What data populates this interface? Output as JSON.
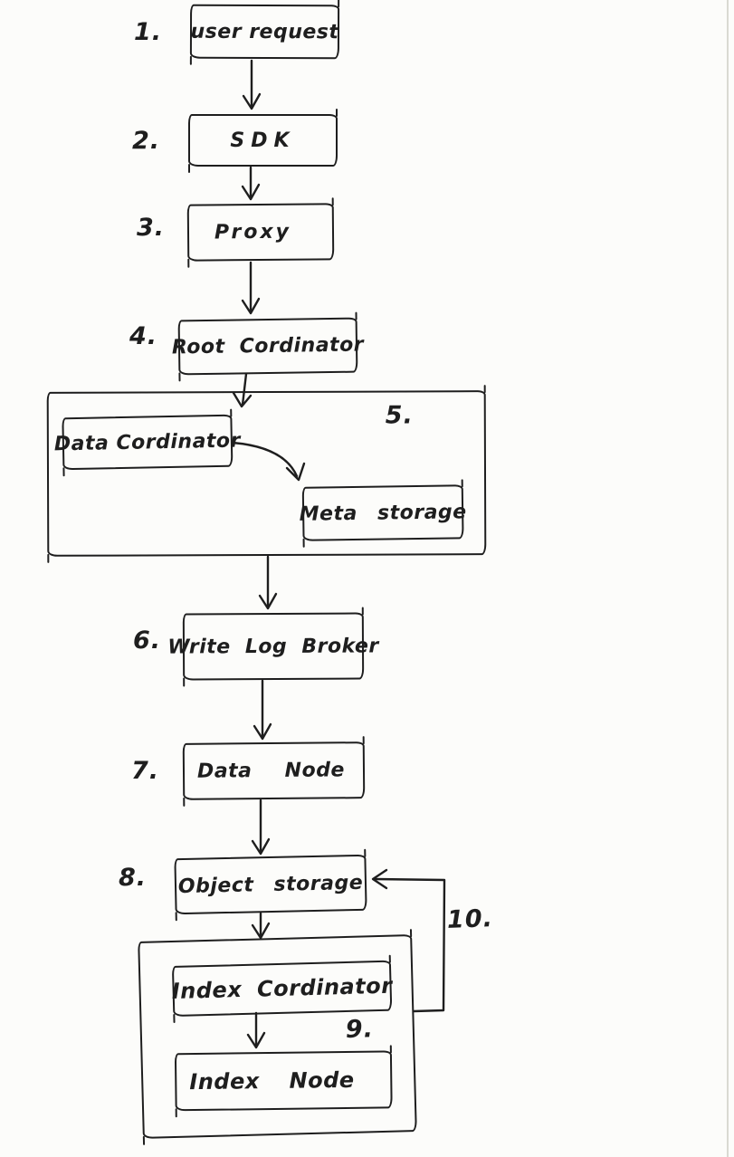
{
  "document": {
    "kind": "hand-drawn flowchart (scanned page)",
    "ink_color": "#1e1e1e",
    "paper_color": "#fcfcfa"
  },
  "nodes": {
    "user_request": {
      "step": "1.",
      "label": "user request"
    },
    "sdk": {
      "step": "2.",
      "label": "SDK"
    },
    "proxy": {
      "step": "3.",
      "label": "Proxy"
    },
    "root_coordinator": {
      "step": "4.",
      "label": "Root Cordinator"
    },
    "group_data": {
      "step": "5."
    },
    "data_coordinator": {
      "label": "Data Cordinator"
    },
    "meta_storage": {
      "label": "Meta storage"
    },
    "write_log_broker": {
      "step": "6.",
      "label": "Write Log Broker"
    },
    "data_node": {
      "step": "7.",
      "label": "Data Node"
    },
    "object_storage": {
      "step": "8.",
      "label": "Object storage"
    },
    "group_index": {
      "step": "9."
    },
    "index_coordinator": {
      "label": "Index Cordinator"
    },
    "index_node": {
      "label": "Index Node"
    },
    "loop_back": {
      "step": "10."
    }
  },
  "edges": [
    {
      "from": "user request",
      "to": "SDK",
      "style": "straight-down"
    },
    {
      "from": "SDK",
      "to": "Proxy",
      "style": "straight-down"
    },
    {
      "from": "Proxy",
      "to": "Root Cordinator",
      "style": "straight-down"
    },
    {
      "from": "Root Cordinator",
      "to": "Data Cordinator (group 5)",
      "style": "straight-down"
    },
    {
      "from": "Data Cordinator",
      "to": "Meta storage",
      "style": "curved"
    },
    {
      "from": "group 5",
      "to": "Write Log Broker",
      "style": "straight-down"
    },
    {
      "from": "Write Log Broker",
      "to": "Data Node",
      "style": "straight-down"
    },
    {
      "from": "Data Node",
      "to": "Object storage",
      "style": "straight-down"
    },
    {
      "from": "Object storage",
      "to": "group 9 (Index Cordinator)",
      "style": "straight-down"
    },
    {
      "from": "Index Cordinator",
      "to": "Index Node",
      "style": "straight-down"
    },
    {
      "from": "group 9",
      "to": "Object storage",
      "label": "10.",
      "style": "orthogonal-loop"
    }
  ]
}
